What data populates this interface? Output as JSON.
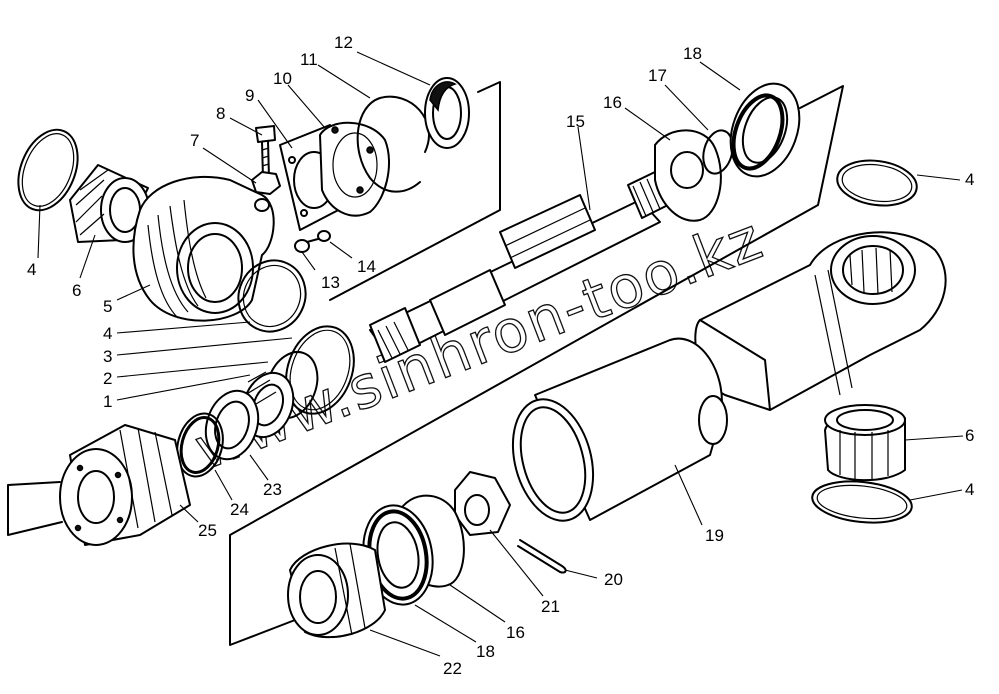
{
  "diagram": {
    "watermark": "www.sinhron-too.kz",
    "callouts": [
      {
        "id": "c4a",
        "text": "4"
      },
      {
        "id": "c6a",
        "text": "6"
      },
      {
        "id": "c5",
        "text": "5"
      },
      {
        "id": "c4b",
        "text": "4"
      },
      {
        "id": "c3",
        "text": "3"
      },
      {
        "id": "c2",
        "text": "2"
      },
      {
        "id": "c1",
        "text": "1"
      },
      {
        "id": "c7",
        "text": "7"
      },
      {
        "id": "c8",
        "text": "8"
      },
      {
        "id": "c9",
        "text": "9"
      },
      {
        "id": "c10",
        "text": "10"
      },
      {
        "id": "c11",
        "text": "11"
      },
      {
        "id": "c12",
        "text": "12"
      },
      {
        "id": "c13",
        "text": "13"
      },
      {
        "id": "c14",
        "text": "14"
      },
      {
        "id": "c15",
        "text": "15"
      },
      {
        "id": "c16a",
        "text": "16"
      },
      {
        "id": "c17",
        "text": "17"
      },
      {
        "id": "c18a",
        "text": "18"
      },
      {
        "id": "c4c",
        "text": "4"
      },
      {
        "id": "c6b",
        "text": "6"
      },
      {
        "id": "c4d",
        "text": "4"
      },
      {
        "id": "c19",
        "text": "19"
      },
      {
        "id": "c20",
        "text": "20"
      },
      {
        "id": "c21",
        "text": "21"
      },
      {
        "id": "c16b",
        "text": "16"
      },
      {
        "id": "c18b",
        "text": "18"
      },
      {
        "id": "c22",
        "text": "22"
      },
      {
        "id": "c23",
        "text": "23"
      },
      {
        "id": "c24",
        "text": "24"
      },
      {
        "id": "c25",
        "text": "25"
      }
    ]
  }
}
